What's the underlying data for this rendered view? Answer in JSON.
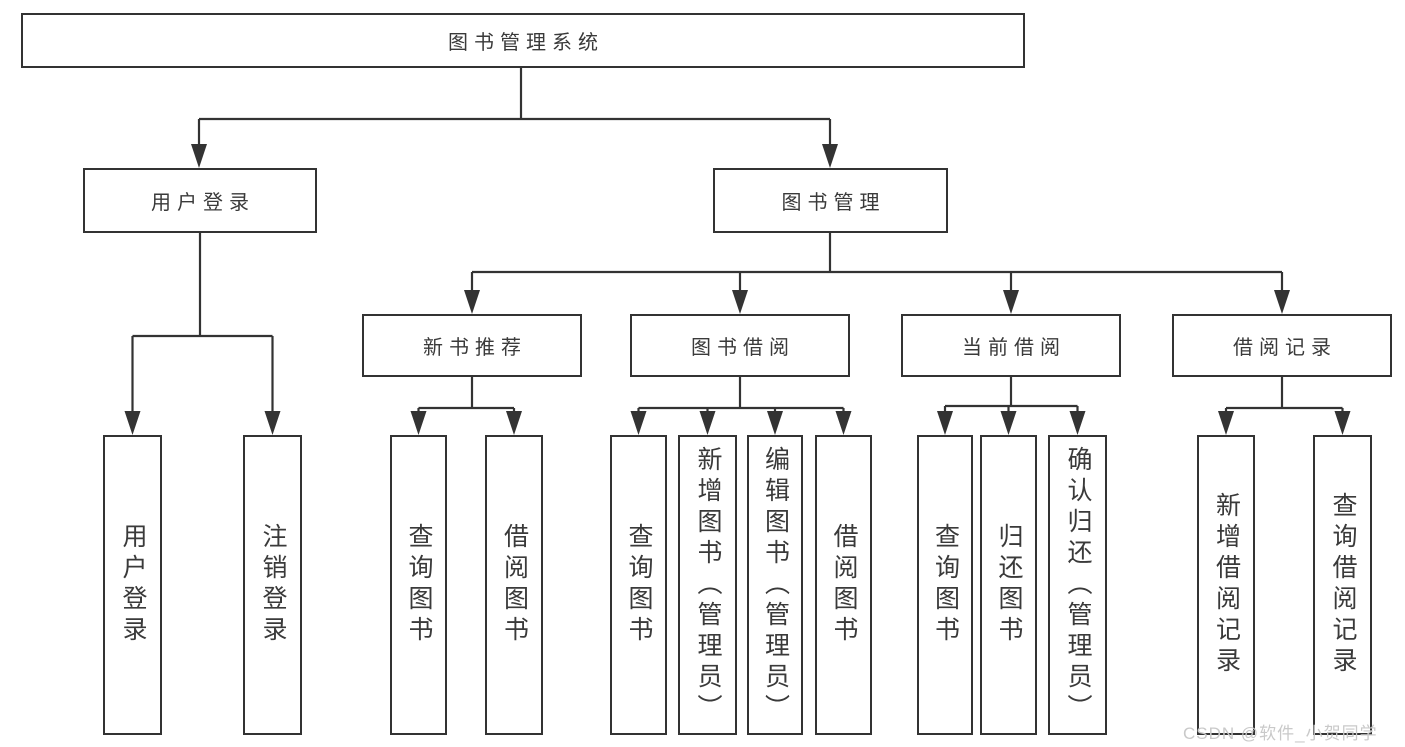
{
  "tree": {
    "root": "图书管理系统",
    "branches": [
      {
        "label": "用户登录",
        "children": [
          "用户登录",
          "注销登录"
        ]
      },
      {
        "label": "图书管理",
        "children": [
          {
            "label": "新书推荐",
            "children": [
              "查询图书",
              "借阅图书"
            ]
          },
          {
            "label": "图书借阅",
            "children": [
              "查询图书",
              "新增图书（管理员）",
              "编辑图书（管理员）",
              "借阅图书"
            ]
          },
          {
            "label": "当前借阅",
            "children": [
              "查询图书",
              "归还图书",
              "确认归还（管理员）"
            ]
          },
          {
            "label": "借阅记录",
            "children": [
              "新增借阅记录",
              "查询借阅记录"
            ]
          }
        ]
      }
    ]
  },
  "watermark": {
    "text": "CSDN @软件_小贺同学"
  },
  "colors": {
    "line": "#333333",
    "text": "#3a3a3a",
    "watermark": "#c9c9c9",
    "background": "#ffffff"
  }
}
